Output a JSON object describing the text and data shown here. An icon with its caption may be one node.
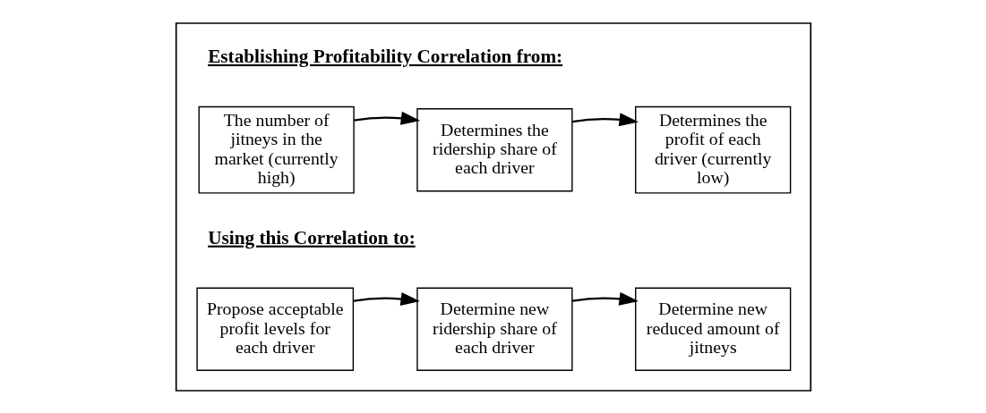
{
  "diagram": {
    "nodes": [
      {
        "text": [],
        "shape": "box"
      },
      {
        "text": [
          "The number of jitneys in the market (currently high)"
        ],
        "in": 0
      },
      {
        "text": [
          "Determines the ridership share of each driver"
        ],
        "in": 0
      },
      {
        "text": [
          "Determines the profit of each driver (currently low)"
        ],
        "in": 0
      },
      {
        "text": [
          "Propose acceptable profit levels for each driver"
        ],
        "in": 0
      },
      {
        "text": [
          "Determine new ridership share of each driver"
        ],
        "in": 0
      },
      {
        "text": [
          "Determine new reduced amount of jitneys"
        ],
        "in": 0
      }
    ],
    "edges": [
      {
        "from": 1,
        "to": 2,
        "arrow": "to"
      },
      {
        "from": 2,
        "to": 3,
        "arrow": "to"
      },
      {
        "from": 4,
        "to": 5,
        "arrow": "to"
      },
      {
        "from": 5,
        "to": 6,
        "arrow": "to"
      }
    ],
    "labels": [
      "Establishing Profitability Correlation from:",
      "Using this Correlation to:"
    ]
  }
}
